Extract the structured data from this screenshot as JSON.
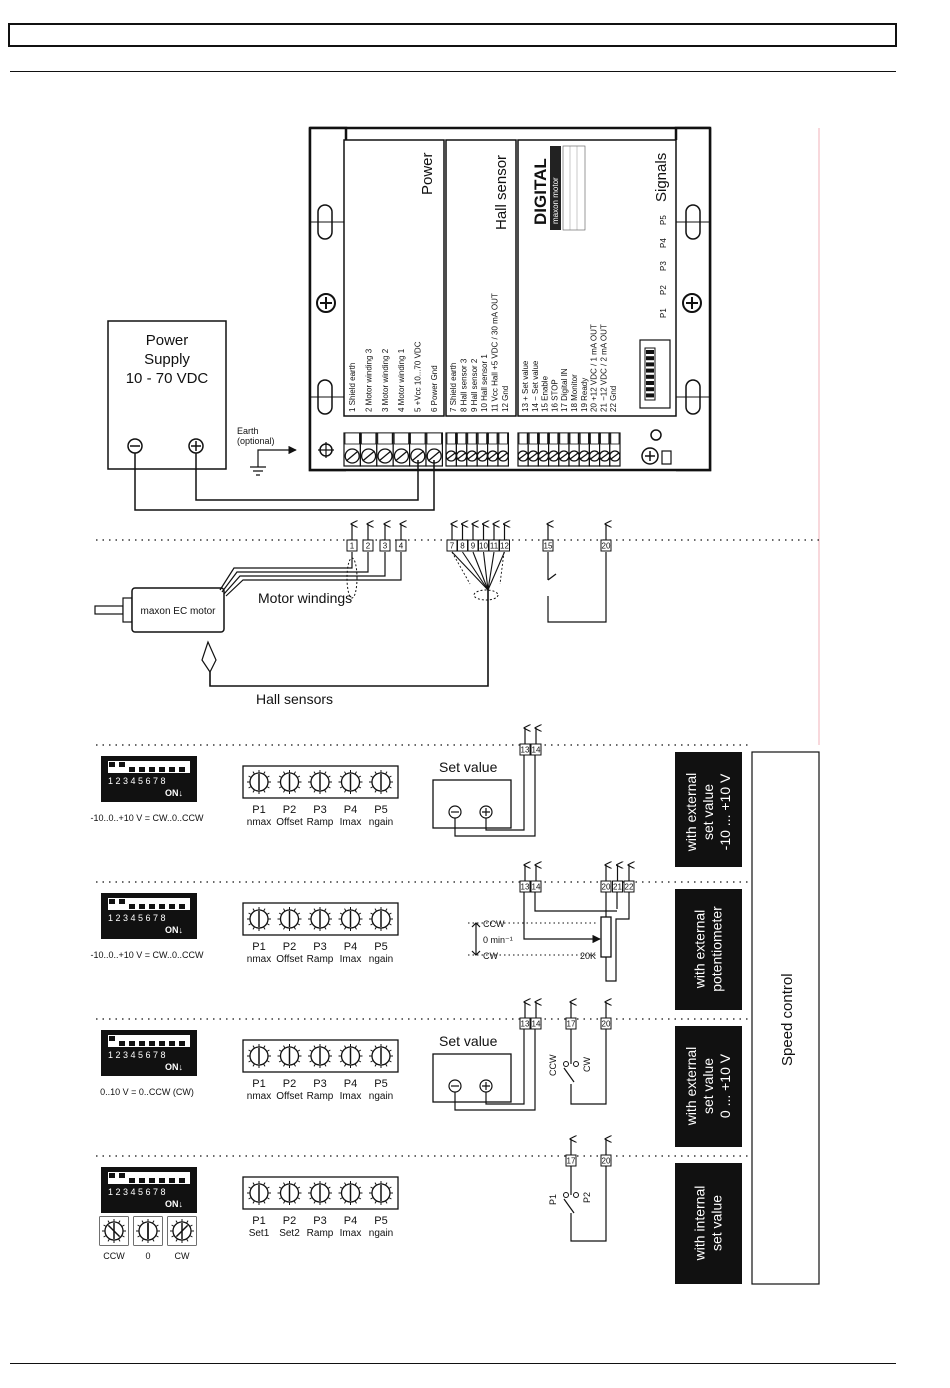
{
  "header": {
    "title": ""
  },
  "power_supply": {
    "line1": "Power",
    "line2": "Supply",
    "line3": "10 - 70 VDC",
    "minus_symbol": "⊖",
    "plus_symbol": "⊕"
  },
  "earth": {
    "line1": "Earth",
    "line2": "(optional)"
  },
  "controller": {
    "sections": {
      "power": "Power",
      "hall": "Hall sensor",
      "signals": "Signals"
    },
    "brand": "DIGITAL",
    "maker": "maxon motor",
    "pot_labels": [
      "P1",
      "P2",
      "P3",
      "P4",
      "P5"
    ],
    "power_terminals": [
      "1  Shield earth",
      "2  Motor winding 3",
      "3  Motor winding 2",
      "4  Motor winding 1",
      "5  +Vcc 10...70 VDC",
      "6  Power Gnd"
    ],
    "hall_terminals": [
      "7  Shield earth",
      "8  Hall sensor 3",
      "9  Hall sensor 2",
      "10 Hall sensor 1",
      "11 Vcc Hall +5 VDC / 30 mA OUT",
      "12 Gnd"
    ],
    "signal_terminals": [
      "13 + Set value",
      "14 − Set value",
      "15 Enable",
      "16 STOP",
      "17 Digital IN",
      "18 Monitor",
      "19 Ready",
      "20 +12 VDC / 1 mA OUT",
      "21 −12 VDC / 2 mA OUT",
      "22 Gnd"
    ]
  },
  "wiring": {
    "motor_terminals": [
      "1",
      "2",
      "3",
      "4"
    ],
    "hall_terminals": [
      "7",
      "8",
      "9",
      "10",
      "11",
      "12"
    ],
    "enable_terminals": [
      "15",
      "20"
    ],
    "motor_label": "maxon EC motor",
    "motor_windings": "Motor windings",
    "hall_sensors": "Hall sensors"
  },
  "speed_control": {
    "side_title": "Speed control",
    "dip_numbers": "1 2 3 4 5 6 7 8",
    "dip_on": "ON",
    "rows": [
      {
        "mode_line1": "with external",
        "mode_line2": "set value",
        "mode_line3": "-10 ... +10 V",
        "dip_caption": "-10..0..+10 V = CW..0..CCW",
        "pots": [
          {
            "name": "P1",
            "sub": "nmax"
          },
          {
            "name": "P2",
            "sub": "Offset"
          },
          {
            "name": "P3",
            "sub": "Ramp"
          },
          {
            "name": "P4",
            "sub": "Imax"
          },
          {
            "name": "P5",
            "sub": "ngain"
          }
        ],
        "terminals": [
          "13",
          "14"
        ],
        "setvalue_label": "Set value"
      },
      {
        "mode_line1": "with external",
        "mode_line2": "potentiometer",
        "mode_line3": "",
        "dip_caption": "-10..0..+10 V = CW..0..CCW",
        "pots": [
          {
            "name": "P1",
            "sub": "nmax"
          },
          {
            "name": "P2",
            "sub": "Offset"
          },
          {
            "name": "P3",
            "sub": "Ramp"
          },
          {
            "name": "P4",
            "sub": "Imax"
          },
          {
            "name": "P5",
            "sub": "ngain"
          }
        ],
        "terminals": [
          "13",
          "14"
        ],
        "terminals2": [
          "20",
          "21",
          "22"
        ],
        "pot_labels": {
          "ccw": "CCW",
          "zero": "0 min⁻¹",
          "cw": "CW",
          "value": "20K"
        }
      },
      {
        "mode_line1": "with external",
        "mode_line2": "set value",
        "mode_line3": "0 ... +10 V",
        "dip_caption": "0..10 V = 0..CCW (CW)",
        "pots": [
          {
            "name": "P1",
            "sub": "nmax"
          },
          {
            "name": "P2",
            "sub": "Offset"
          },
          {
            "name": "P3",
            "sub": "Ramp"
          },
          {
            "name": "P4",
            "sub": "Imax"
          },
          {
            "name": "P5",
            "sub": "ngain"
          }
        ],
        "terminals": [
          "13",
          "14"
        ],
        "terminals2": [
          "17",
          "20"
        ],
        "setvalue_label": "Set value",
        "switch_labels": {
          "a": "CCW",
          "b": "CW"
        }
      },
      {
        "mode_line1": "with internal",
        "mode_line2": "set value",
        "mode_line3": "",
        "dip_caption": "",
        "pots": [
          {
            "name": "P1",
            "sub": "Set1"
          },
          {
            "name": "P2",
            "sub": "Set2"
          },
          {
            "name": "P3",
            "sub": "Ramp"
          },
          {
            "name": "P4",
            "sub": "Imax"
          },
          {
            "name": "P5",
            "sub": "ngain"
          }
        ],
        "terminals2": [
          "17",
          "20"
        ],
        "switch_labels": {
          "a": "P1",
          "b": "P2"
        },
        "dial_labels": [
          "CCW",
          "0",
          "CW"
        ]
      }
    ]
  }
}
